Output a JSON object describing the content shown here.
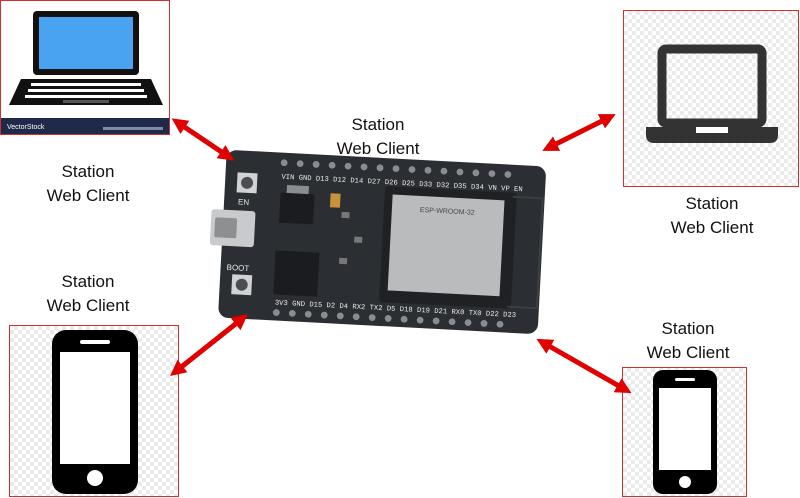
{
  "labels": {
    "top_left": {
      "line1": "Station",
      "line2": "Web Client"
    },
    "top_center": {
      "line1": "Station",
      "line2": "Web Client"
    },
    "top_right": {
      "line1": "Station",
      "line2": "Web Client"
    },
    "mid_left": {
      "line1": "Station",
      "line2": "Web Client"
    },
    "bottom_right": {
      "line1": "Station",
      "line2": "Web Client"
    }
  },
  "watermark": "VectorStock",
  "board": {
    "top_pins": "VIN GND D13 D12 D14 D27 D26 D25 D33 D32 D35 D34 VN VP EN",
    "bottom_pins": "3V3 GND D15 D2 D4 RX2 TX2 D5 D18 D19 D21 RX0 TX0 D22 D23",
    "button_en": "EN",
    "button_boot": "BOOT",
    "module_text": "ESP-WROOM-32"
  },
  "colors": {
    "frame": "#d32f2f",
    "arrow": "#e00000",
    "board": "#2b2e33",
    "module": "#b9bbbd"
  },
  "icons": [
    "laptop-color-icon",
    "laptop-outline-icon",
    "smartphone-icon",
    "smartphone-icon",
    "esp32-board"
  ]
}
